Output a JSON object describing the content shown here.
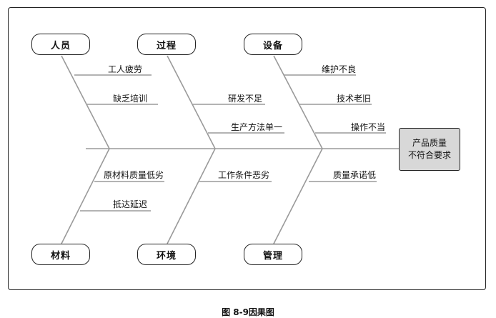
{
  "categories": {
    "people": "人员",
    "process": "过程",
    "equipment": "设备",
    "materials": "材料",
    "environment": "环境",
    "management": "管理"
  },
  "causes": {
    "people": [
      "工人疲劳",
      "缺乏培训"
    ],
    "process": [
      "研发不足",
      "生产方法单一"
    ],
    "equipment": [
      "维护不良",
      "技术老旧",
      "操作不当"
    ],
    "materials": [
      "原材料质量低劣",
      "抵达延迟"
    ],
    "environment": [
      "工作条件恶劣"
    ],
    "management": [
      "质量承诺低"
    ]
  },
  "effect": {
    "line1": "产品质量",
    "line2": "不符合要求"
  },
  "caption": "图 8-9因果图",
  "colors": {
    "line": "#9a9a9a",
    "border": "#222222",
    "effect_fill": "#d8d8d8"
  }
}
